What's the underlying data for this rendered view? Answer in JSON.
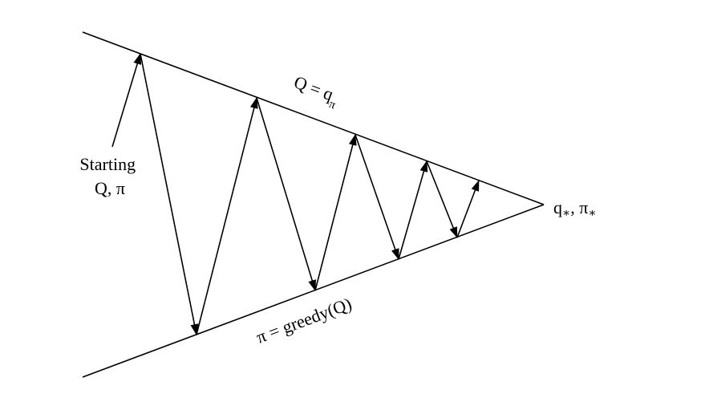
{
  "labels": {
    "start_line1": "Starting",
    "start_line2": "Q, π",
    "value_eq_prefix": "Q = q",
    "value_eq_sub": "π",
    "policy_eq": "π = greedy(Q)",
    "opt_q": "q",
    "opt_sep": ", π",
    "opt_star": "∗"
  },
  "colors": {
    "stroke": "#000000",
    "background": "#ffffff"
  }
}
